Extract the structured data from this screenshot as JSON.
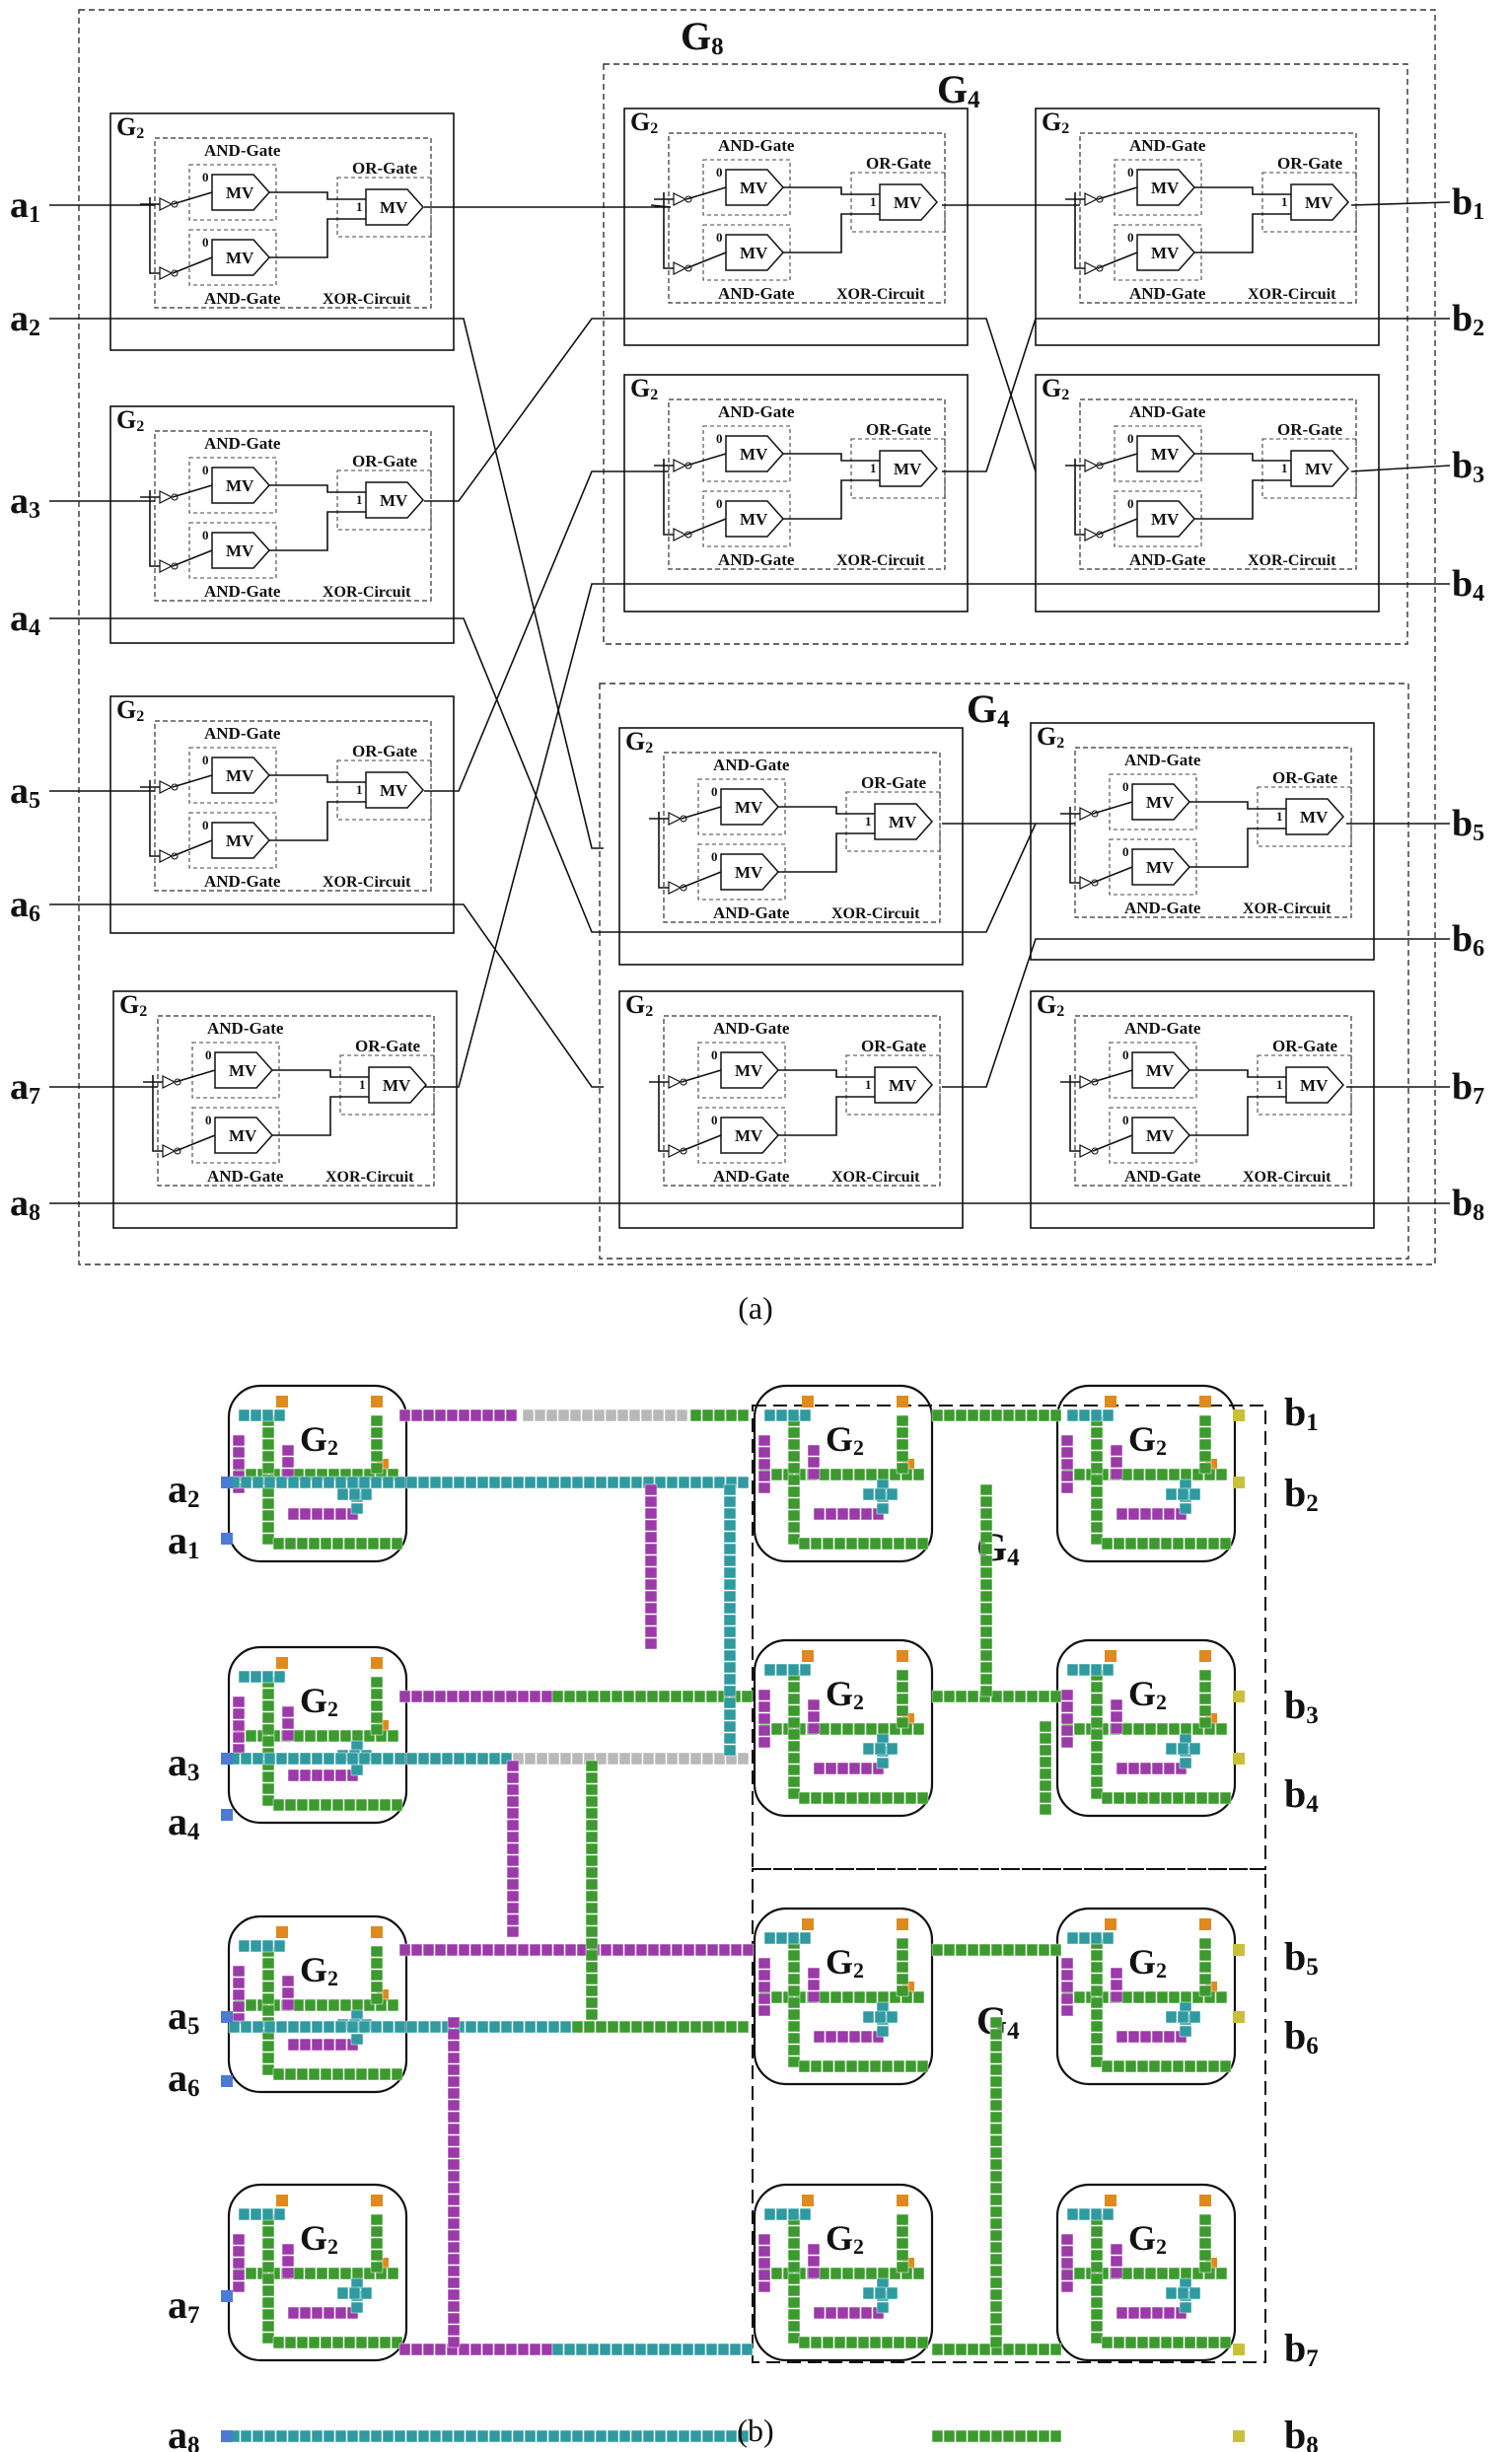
{
  "inputs": [
    "a",
    "a",
    "a",
    "a",
    "a",
    "a",
    "a",
    "a"
  ],
  "input_subs": [
    "1",
    "2",
    "3",
    "4",
    "5",
    "6",
    "7",
    "8"
  ],
  "outputs": [
    "b",
    "b",
    "b",
    "b",
    "b",
    "b",
    "b",
    "b"
  ],
  "output_subs": [
    "1",
    "2",
    "3",
    "4",
    "5",
    "6",
    "7",
    "8"
  ],
  "top": {
    "g8_label": "G",
    "g8_sub": "8",
    "g4_label": "G",
    "g4_sub": "4",
    "g2_label": "G",
    "g2_sub": "2",
    "and_gate": "AND-Gate",
    "or_gate": "OR-Gate",
    "xor_circuit": "XOR-Circuit",
    "mv": "MV",
    "zero": "0",
    "one": "1",
    "caption": "(a)"
  },
  "bottom": {
    "g2_label": "G",
    "g2_sub": "2",
    "g4_label": "G",
    "g4_sub": "4",
    "caption": "(b)"
  },
  "colors": {
    "line": "#111111",
    "dash": "#555555",
    "qca_green": "#3c9a2e",
    "qca_purple": "#9b3aa8",
    "qca_teal": "#2f9aa0",
    "qca_gray": "#b8b8b8",
    "qca_orange": "#e08a1e",
    "qca_blue": "#4b7bd4",
    "qca_yellow": "#c9c03a"
  }
}
